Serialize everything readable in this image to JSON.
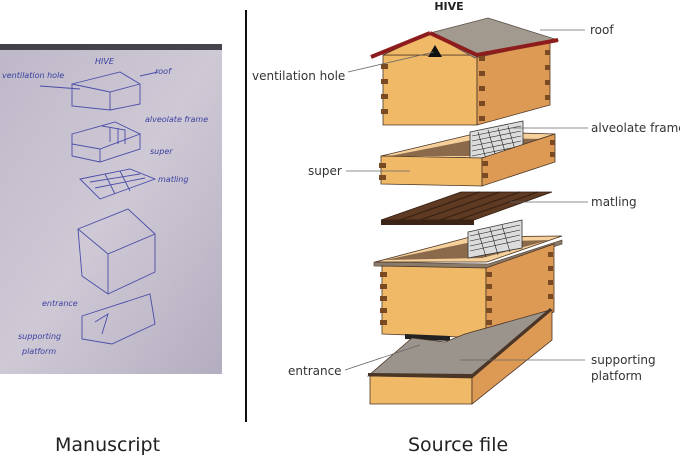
{
  "captions": {
    "manuscript": "Manuscript",
    "source_file": "Source file"
  },
  "manuscript_notes": {
    "title": "HIVE",
    "ventilation": "ventilation hole",
    "roof": "roof",
    "alveolate": "alveolate frame",
    "super": "super",
    "matling": "matling",
    "entrance": "entrance",
    "supporting": "supporting",
    "platform": "platform"
  },
  "diagram": {
    "title": "HIVE",
    "labels": {
      "roof": "roof",
      "ventilation_hole": "ventilation hole",
      "alveolate_frame": "alveolate frame",
      "super": "super",
      "matling": "matling",
      "entrance": "entrance",
      "supporting_line1": "supporting",
      "supporting_line2": "platform"
    }
  },
  "colors": {
    "wood_front": "#f0b968",
    "wood_side": "#dd9a55",
    "wood_top": "#f6d09a",
    "roof_top": "#a39a8f",
    "roof_edge": "#8d1c1c",
    "joint": "#7a4a22",
    "mat": "#5e3a22",
    "platform_top": "#9a948c",
    "outline": "#4a3526"
  }
}
